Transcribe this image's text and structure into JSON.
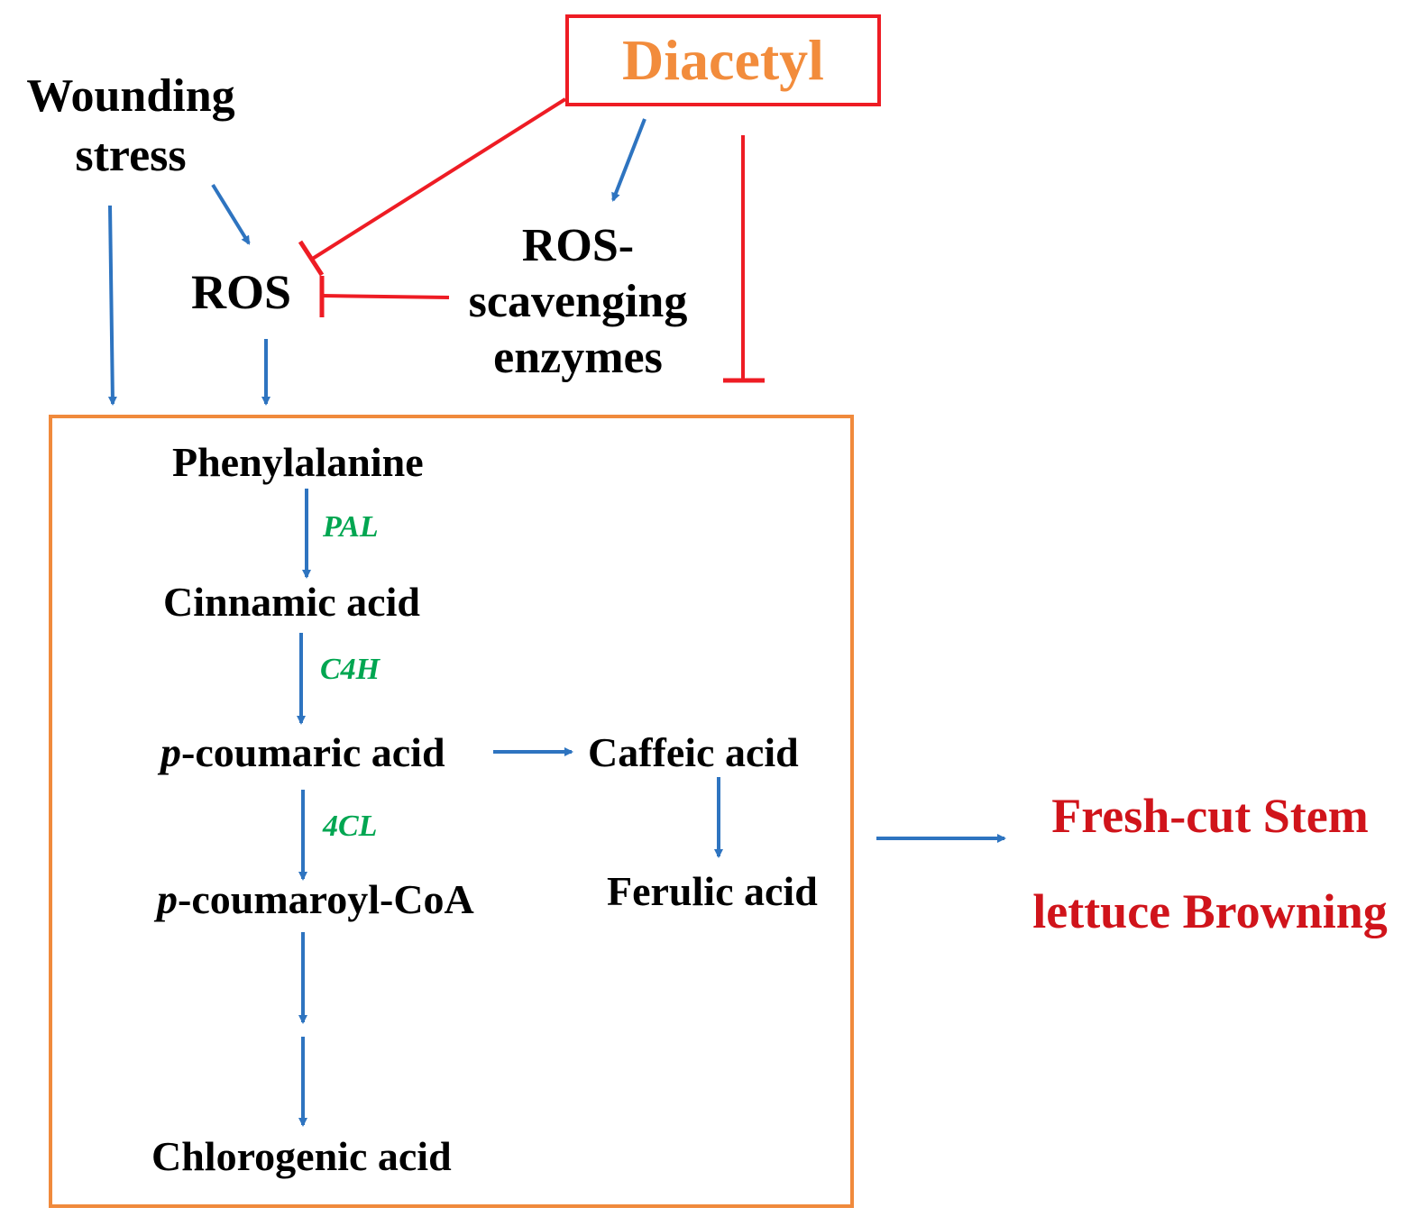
{
  "colors": {
    "activation_arrow": "#2e74c0",
    "inhibition": "#ee1c24",
    "diacetyl_text": "#f28c3c",
    "diacetyl_border": "#ee1c24",
    "pathway_box_border": "#f08a3c",
    "enzyme_text": "#00a651",
    "outcome_text": "#d0141b",
    "node_text": "#000000"
  },
  "nodes": {
    "diacetyl": "Diacetyl",
    "wounding_line1": "Wounding",
    "wounding_line2": "stress",
    "ros": "ROS",
    "scavenging_line1": "ROS-",
    "scavenging_line2": "scavenging",
    "scavenging_line3": "enzymes",
    "phenylalanine": "Phenylalanine",
    "cinnamic_acid": "Cinnamic acid",
    "p_coumaric_prefix": "p",
    "p_coumaric_rest": "-coumaric acid",
    "caffeic_acid": "Caffeic acid",
    "p_coumaroyl_prefix": "p",
    "p_coumaroyl_rest": "-coumaroyl-CoA",
    "ferulic_acid": "Ferulic acid",
    "chlorogenic_acid": "Chlorogenic acid"
  },
  "enzymes": {
    "pal": "PAL",
    "c4h": "C4H",
    "four_cl": "4CL"
  },
  "outcome": {
    "line1": "Fresh-cut Stem",
    "line2": "lettuce Browning"
  }
}
